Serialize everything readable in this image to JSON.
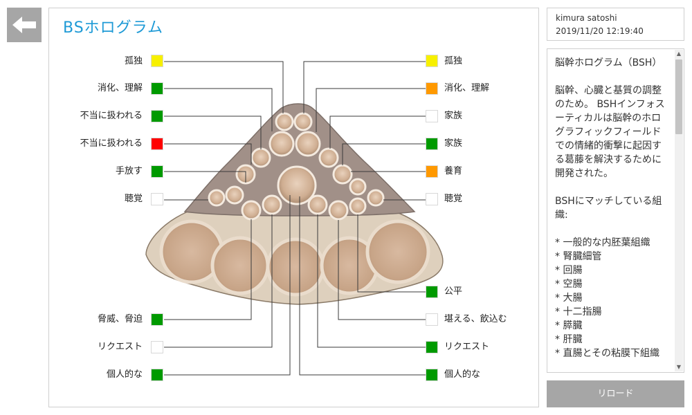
{
  "header": {
    "title": "BSホログラム"
  },
  "user": {
    "name": "kimura satoshi",
    "datetime": "2019/11/20 12:19:40"
  },
  "left_items": [
    {
      "label": "孤独",
      "color": "#f7f000"
    },
    {
      "label": "消化、理解",
      "color": "#009a00"
    },
    {
      "label": "不当に扱われる",
      "color": "#009a00"
    },
    {
      "label": "不当に扱われる",
      "color": "#ff0000"
    },
    {
      "label": "手放す",
      "color": "#009a00"
    },
    {
      "label": "聴覚",
      "color": "#ffffff"
    },
    {
      "label": "脅威、脅迫",
      "color": "#009a00"
    },
    {
      "label": "リクエスト",
      "color": "#ffffff"
    },
    {
      "label": "個人的な",
      "color": "#009a00"
    }
  ],
  "right_items": [
    {
      "label": "孤独",
      "color": "#f7f000"
    },
    {
      "label": "消化、理解",
      "color": "#ff9900"
    },
    {
      "label": "家族",
      "color": "#ffffff"
    },
    {
      "label": "家族",
      "color": "#009a00"
    },
    {
      "label": "養育",
      "color": "#ff9900"
    },
    {
      "label": "聴覚",
      "color": "#ffffff"
    },
    {
      "label": "公平",
      "color": "#009a00"
    },
    {
      "label": "堪える、飲込む",
      "color": "#ffffff"
    },
    {
      "label": "リクエスト",
      "color": "#009a00"
    },
    {
      "label": "個人的な",
      "color": "#009a00"
    }
  ],
  "description": {
    "title": "脳幹ホログラム（BSH）",
    "body": "脳幹、心臓と基質の調整のため。 BSHインフォスーティカルは脳幹のホログラフィックフィールドでの情緒的衝撃に起因する葛藤を解決するために開発された。",
    "match_title": "BSHにマッチしている組織:",
    "tissues": [
      "* 一般的な内胚葉組織",
      "* 腎臓細管",
      "* 回腸",
      "* 空腸",
      "* 大腸",
      "* 十二指腸",
      "* 膵臓",
      "* 肝臓",
      "* 直腸とその粘膜下組織"
    ]
  },
  "buttons": {
    "reload": "リロード"
  },
  "icons": {
    "back": "arrow-left-icon",
    "scroll_up": "triangle-up-icon",
    "scroll_down": "triangle-down-icon"
  }
}
